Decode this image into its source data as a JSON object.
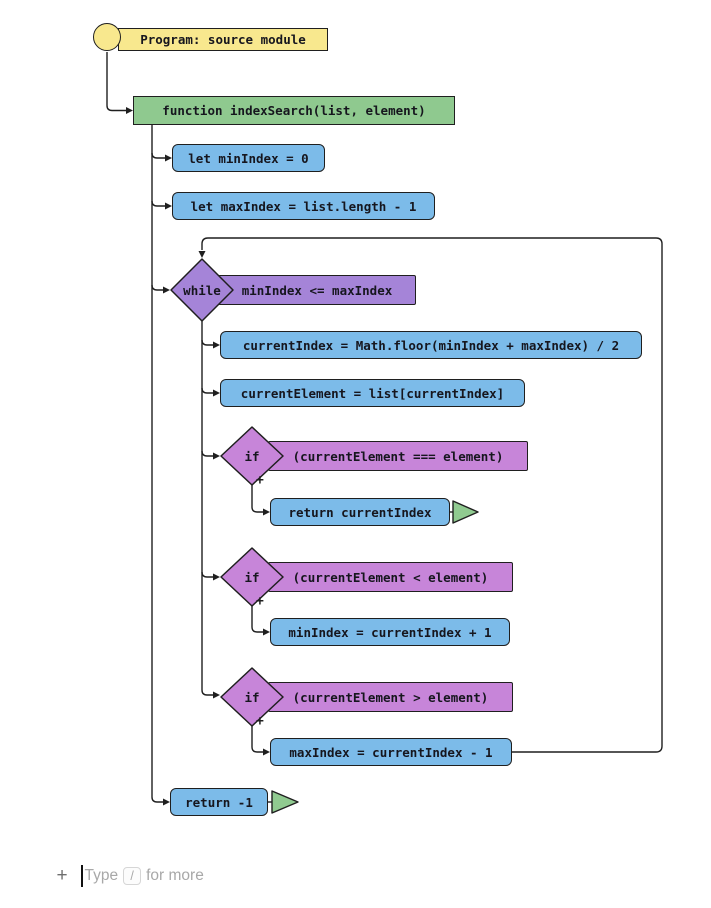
{
  "diagram": {
    "program": {
      "label": "Program: source module"
    },
    "function": {
      "label": "function indexSearch(list, element)"
    },
    "statements": {
      "let_min": "let minIndex = 0",
      "let_max": "let maxIndex = list.length - 1",
      "current_index": "currentIndex = Math.floor(minIndex + maxIndex) / 2",
      "current_element": "currentElement = list[currentIndex]",
      "return_current": "return currentIndex",
      "min_assign": "minIndex = currentIndex + 1",
      "max_assign": "maxIndex = currentIndex - 1",
      "return_neg": "return -1"
    },
    "loop": {
      "keyword": "while",
      "condition": "minIndex <= maxIndex"
    },
    "conditionals": {
      "keyword": "if",
      "if_equal": "(currentElement === element)",
      "if_less": "(currentElement < element)",
      "if_greater": "(currentElement > element)",
      "true_branch_label": "+"
    },
    "colors": {
      "program_yellow": "#f8e88e",
      "function_green": "#8fc98f",
      "statement_blue": "#7cbbe9",
      "loop_purple": "#a584d8",
      "conditional_magenta": "#c785d9",
      "return_triangle_green": "#90ca90",
      "line_dark": "#1f1f1f"
    }
  },
  "editor": {
    "plus_button": "+",
    "placeholder_before": "Type",
    "slash_key": "/",
    "placeholder_after": "for more"
  }
}
